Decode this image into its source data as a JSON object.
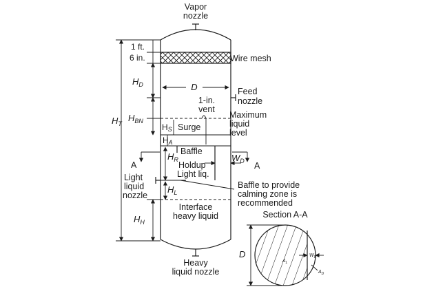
{
  "diagram": {
    "labels": {
      "vapor_nozzle_1": "Vapor",
      "vapor_nozzle_2": "nozzle",
      "one_ft": "1 ft.",
      "six_in": "6 in.",
      "wire_mesh": "Wire mesh",
      "d": "D",
      "feed_nozzle_1": "Feed",
      "feed_nozzle_2": "nozzle",
      "vent_1": "1-in.",
      "vent_2": "vent",
      "max_level_1": "Maximum",
      "max_level_2": "liquid",
      "max_level_3": "level",
      "surge": "Surge",
      "baffle": "Baffle",
      "holdup_1": "Holdup",
      "holdup_2": "Light liq.",
      "light_liquid_nozzle_1": "Light",
      "light_liquid_nozzle_2": "liquid",
      "light_liquid_nozzle_3": "nozzle",
      "baffle_note_1": "Baffle to provide",
      "baffle_note_2": "calming zone is",
      "baffle_note_3": "recommended",
      "interface_1": "Interface",
      "interface_2": "heavy liquid",
      "heavy_liquid_nozzle_1": "Heavy",
      "heavy_liquid_nozzle_2": "liquid nozzle",
      "section_title": "Section A-A",
      "section_d": "D",
      "section_al": "A",
      "section_al_sub": "L",
      "section_wd": "W",
      "section_wd_sub": "D",
      "section_ad": "A",
      "section_ad_sub": "D",
      "a_left": "A",
      "a_right": "A"
    },
    "dimensions": {
      "h_t": "H",
      "h_t_sub": "T",
      "h_d": "H",
      "h_d_sub": "D",
      "h_bn": "H",
      "h_bn_sub": "BN",
      "h_s": "H",
      "h_s_sub": "S",
      "h_a": "H",
      "h_a_sub": "A",
      "h_r": "H",
      "h_r_sub": "R",
      "h_l": "H",
      "h_l_sub": "L",
      "h_h": "H",
      "h_h_sub": "H",
      "w_d": "W",
      "w_d_sub": "D"
    }
  }
}
